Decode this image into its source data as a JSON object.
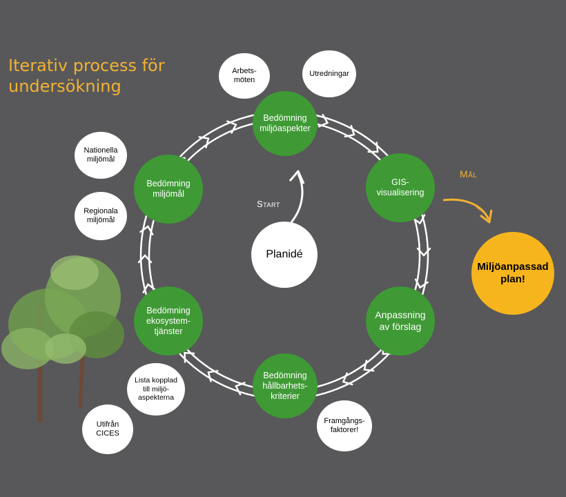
{
  "title": {
    "line1": "Iterativ process för",
    "line2": "undersökning"
  },
  "center": {
    "label": "Planidé"
  },
  "start_label": "Start",
  "goal_label": "Mål",
  "goal": {
    "line1": "Miljöanpassad",
    "line2": "plan!"
  },
  "stages": [
    {
      "id": "miljoaspekter",
      "lines": [
        "Bedömning",
        "miljöaspekter"
      ]
    },
    {
      "id": "gis",
      "lines": [
        "GIS-",
        "visualisering"
      ]
    },
    {
      "id": "anpassning",
      "lines": [
        "Anpassning",
        "av förslag"
      ]
    },
    {
      "id": "hallbarhet",
      "lines": [
        "Bedömning",
        "hållbarhets-",
        "kriterier"
      ]
    },
    {
      "id": "ekosystem",
      "lines": [
        "Bedömning",
        "ekosystem-",
        "tjänster"
      ]
    },
    {
      "id": "miljomal",
      "lines": [
        "Bedömning",
        "miljömål"
      ]
    }
  ],
  "inputs": [
    {
      "id": "arbetsmoten",
      "lines": [
        "Arbets-",
        "möten"
      ]
    },
    {
      "id": "utredningar",
      "lines": [
        "Utredningar"
      ]
    },
    {
      "id": "nationella",
      "lines": [
        "Nationella",
        "miljömål"
      ]
    },
    {
      "id": "regionala",
      "lines": [
        "Regionala",
        "miljömål"
      ]
    },
    {
      "id": "lista",
      "lines": [
        "Lista kopplad",
        "till miljö-",
        "aspekterna"
      ]
    },
    {
      "id": "cices",
      "lines": [
        "Utifrån",
        "CICES"
      ]
    },
    {
      "id": "framgang",
      "lines": [
        "Framgångs-",
        "faktorer!"
      ]
    }
  ],
  "colors": {
    "background": "#58585a",
    "stage_green": "#3f9a35",
    "accent_orange": "#f2b233",
    "goal_yellow": "#f7b51d",
    "ring": "#ffffff"
  }
}
